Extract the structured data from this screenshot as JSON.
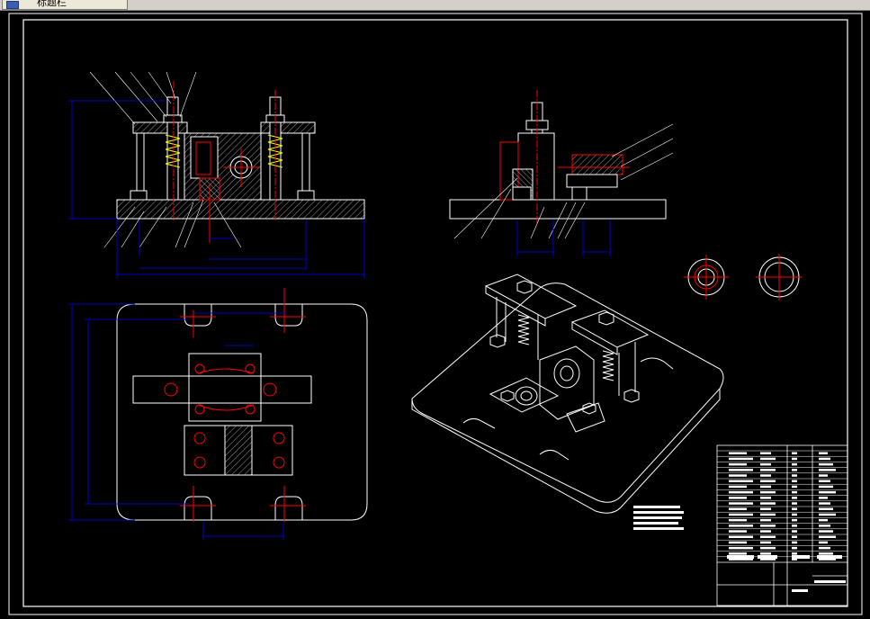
{
  "window": {
    "tab_label": "标题栏"
  },
  "drawing": {
    "colors": {
      "background": "#000000",
      "outline": "#ffffff",
      "dimension": "#0000ff",
      "section": "#ff0000",
      "center_line": "#ff0000",
      "hatch": "#ffffff"
    },
    "views": [
      "front-section-view",
      "side-section-view",
      "top-view",
      "isometric-view",
      "detail-circles",
      "title-block"
    ]
  }
}
